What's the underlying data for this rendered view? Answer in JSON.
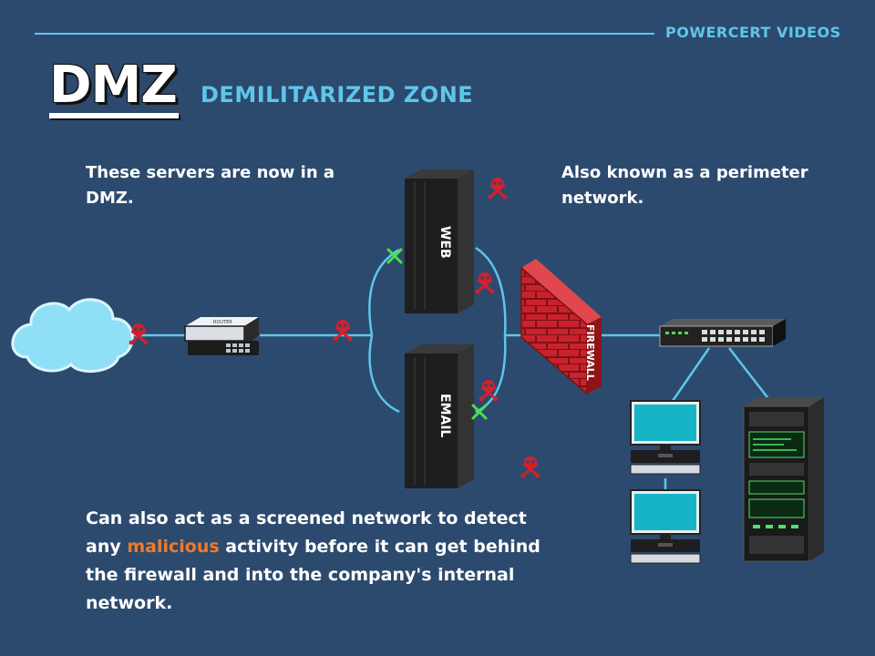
{
  "brand": "POWERCERT VIDEOS",
  "title": {
    "main": "DMZ",
    "sub": "DEMILITARIZED ZONE"
  },
  "captions": {
    "left": "These servers are now in a DMZ.",
    "right": "Also known as a perimeter network.",
    "bottom": {
      "before": "Can also act as a screened network to detect any ",
      "highlight": "malicious",
      "after": " activity before it can get behind the firewall and into the company's internal network."
    }
  },
  "labels": {
    "router": "ROUTER",
    "web_server": "WEB",
    "email_server": "EMAIL",
    "firewall": "FIREWALL"
  },
  "colors": {
    "background": "#2c4a6e",
    "accent": "#5fc6ea",
    "highlight": "#f07a2c",
    "firewall": "#c8222c",
    "threat": "#d3202a",
    "blocked_mark": "#49e04c"
  },
  "icons": [
    "cloud-icon",
    "router-icon",
    "server-icon",
    "firewall-icon",
    "switch-icon",
    "computer-icon",
    "rack-server-icon",
    "skull-crossbones-icon",
    "x-mark-icon"
  ]
}
